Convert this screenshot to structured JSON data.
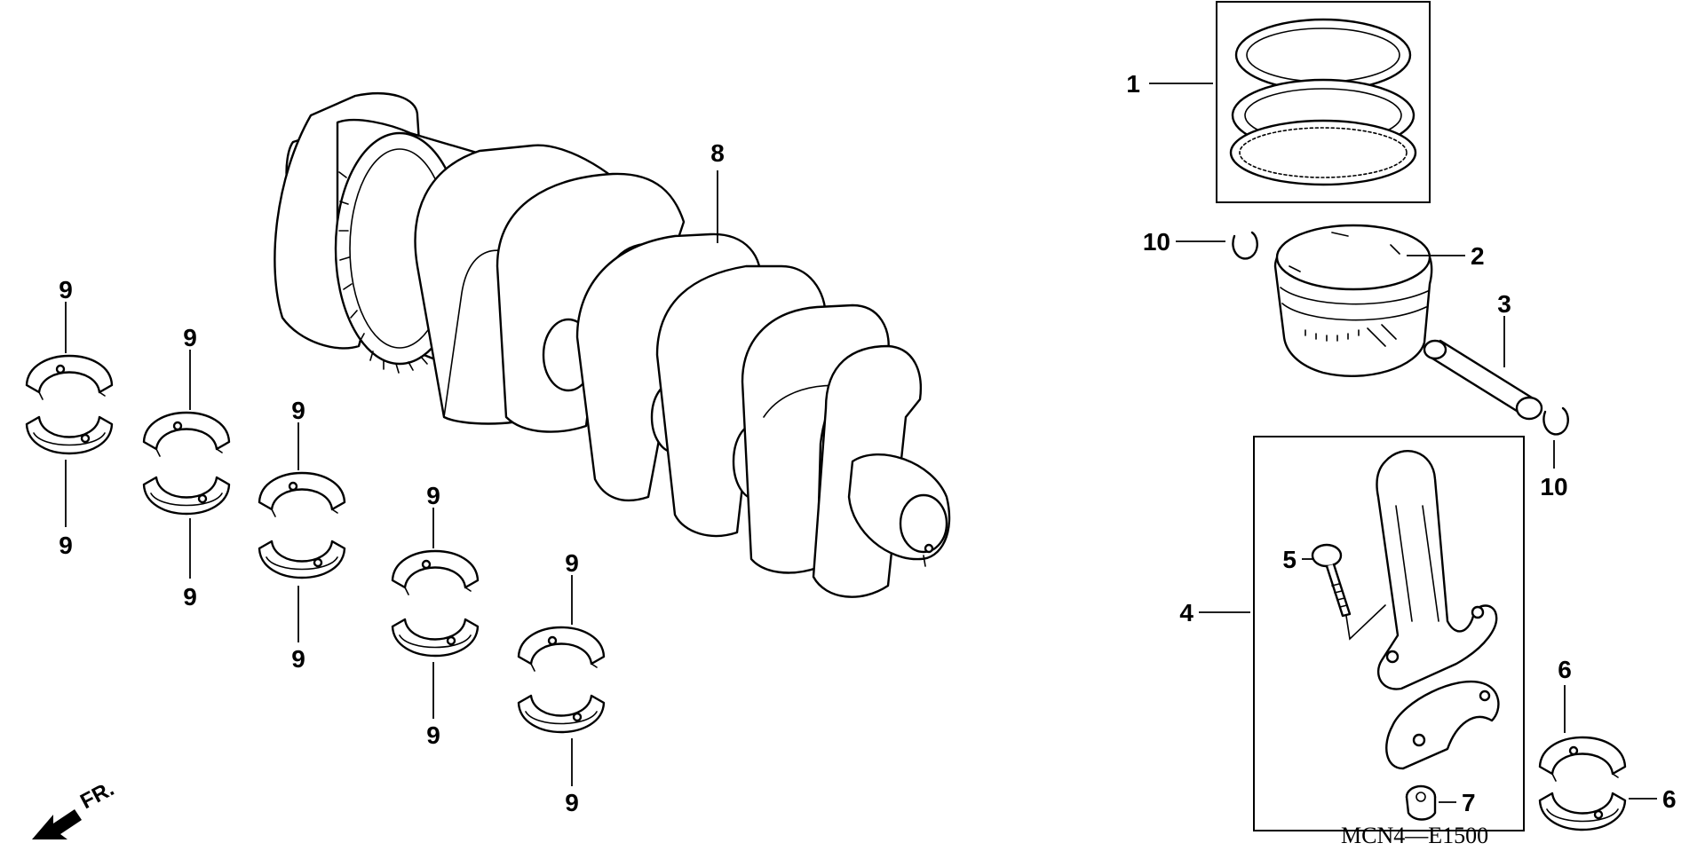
{
  "diagram_code": "MCN4—E1500",
  "front_indicator": "FR.",
  "callouts": {
    "piston_ring_set": "1",
    "piston": "2",
    "piston_pin": "3",
    "connecting_rod_assembly": "4",
    "connecting_rod_bolt": "5",
    "crankpin_bearing": "6",
    "connecting_rod_nut": "7",
    "crankshaft": "8",
    "main_journal_bearing": "9",
    "piston_pin_clip": "10"
  }
}
